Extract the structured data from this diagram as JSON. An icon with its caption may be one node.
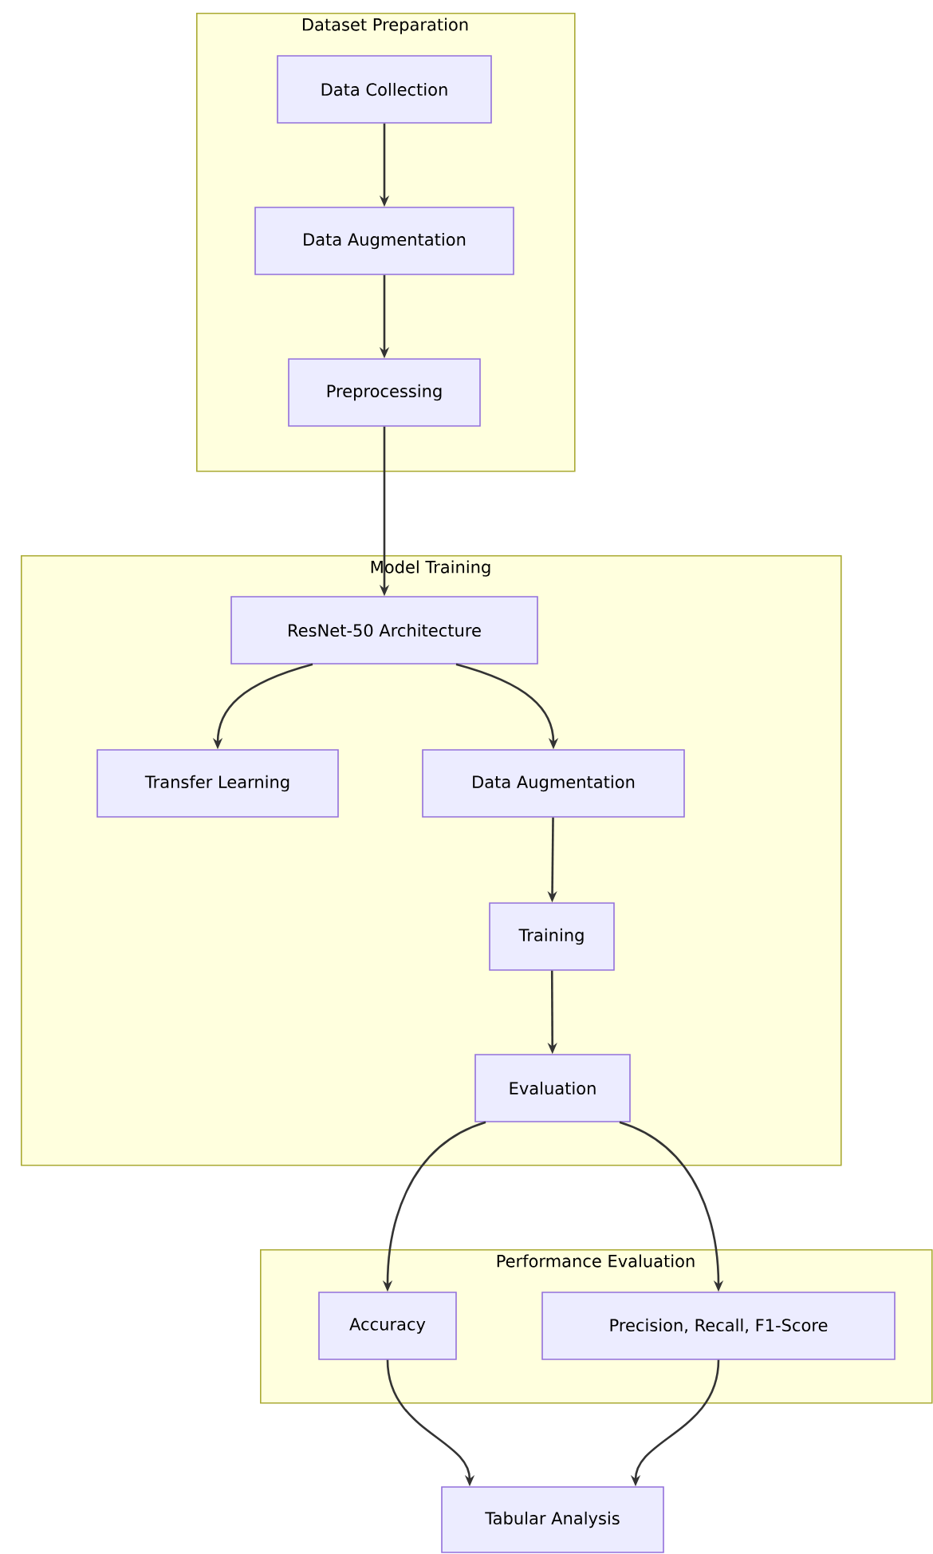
{
  "diagram": {
    "nodes": [
      {
        "text": [
          "Dataset Preparation"
        ]
      },
      {
        "text": [
          "Data Collection"
        ],
        "in": 0
      },
      {
        "text": [
          "Data Augmentation"
        ],
        "in": 0
      },
      {
        "text": [
          "Preprocessing"
        ],
        "in": 0
      },
      {
        "text": [
          "Model Training"
        ]
      },
      {
        "text": [
          "ResNet-50 Architecture"
        ],
        "in": 4
      },
      {
        "text": [
          "Transfer Learning"
        ],
        "in": 4
      },
      {
        "text": [
          "Data Augmentation"
        ],
        "in": 4
      },
      {
        "text": [
          "Training"
        ],
        "in": 4
      },
      {
        "text": [
          "Evaluation"
        ],
        "in": 4
      },
      {
        "text": [
          "Performance Evaluation"
        ]
      },
      {
        "text": [
          "Accuracy"
        ],
        "in": 10
      },
      {
        "text": [
          "Precision, Recall, F1-Score"
        ],
        "in": 10
      },
      {
        "text": [
          "Tabular Analysis"
        ]
      }
    ],
    "edges": [
      {
        "from": 1,
        "to": 2,
        "arrow": "to"
      },
      {
        "from": 2,
        "to": 3,
        "arrow": "to"
      },
      {
        "from": 3,
        "to": 5,
        "arrow": "to"
      },
      {
        "from": 5,
        "to": 6,
        "arrow": "to"
      },
      {
        "from": 5,
        "to": 7,
        "arrow": "to"
      },
      {
        "from": 7,
        "to": 8,
        "arrow": "to"
      },
      {
        "from": 8,
        "to": 9,
        "arrow": "to"
      },
      {
        "from": 9,
        "to": 11,
        "arrow": "to"
      },
      {
        "from": 9,
        "to": 12,
        "arrow": "to"
      },
      {
        "from": 11,
        "to": 13,
        "arrow": "to"
      },
      {
        "from": 12,
        "to": 13,
        "arrow": "to"
      }
    ]
  }
}
